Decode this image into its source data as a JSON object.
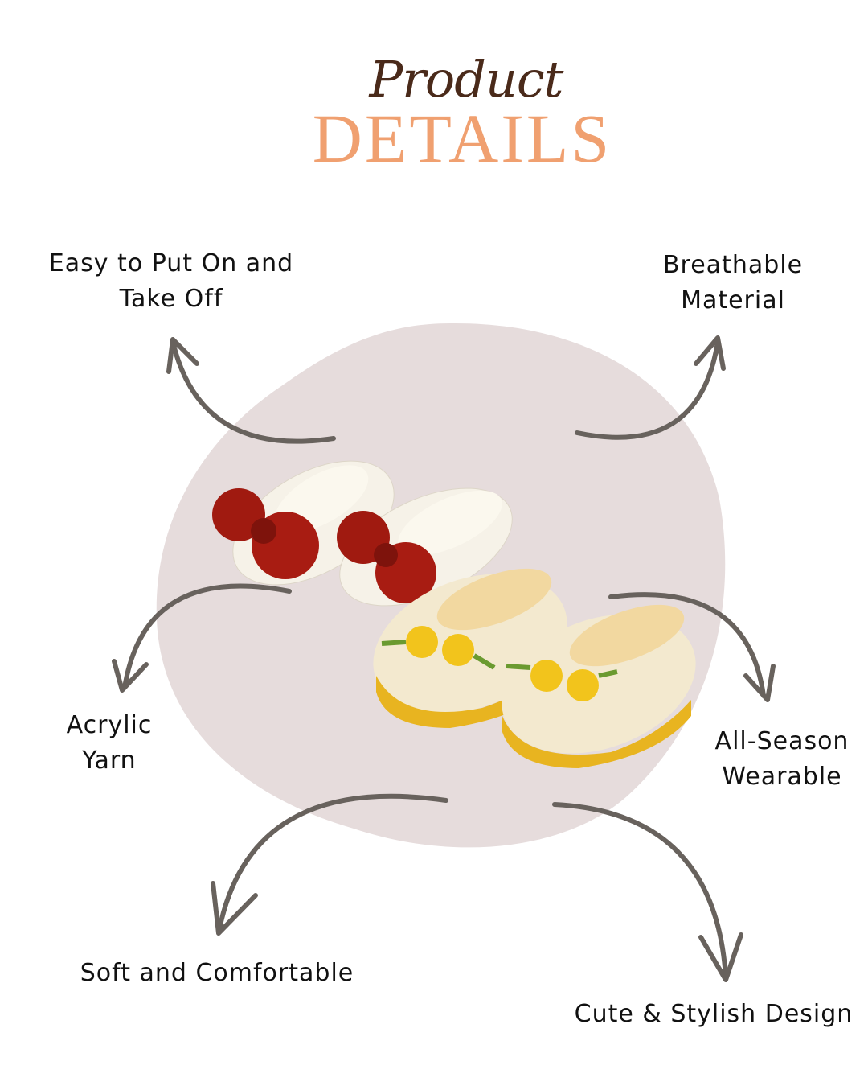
{
  "header": {
    "script_title": "Product",
    "main_title": "DETAILS"
  },
  "features": [
    {
      "line1": "Easy to Put On and",
      "line2": "Take Off"
    },
    {
      "line1": "Breathable",
      "line2": "Material"
    },
    {
      "line1": "Acrylic",
      "line2": "Yarn"
    },
    {
      "line1": "All-Season",
      "line2": "Wearable"
    },
    {
      "line1": "Soft and Comfortable"
    },
    {
      "line1": "Cute & Stylish Design"
    }
  ],
  "colors": {
    "title_script": "#4a2a1a",
    "title_main": "#f0a070",
    "blob": "#e6dcdc",
    "arrow": "#68625d"
  }
}
